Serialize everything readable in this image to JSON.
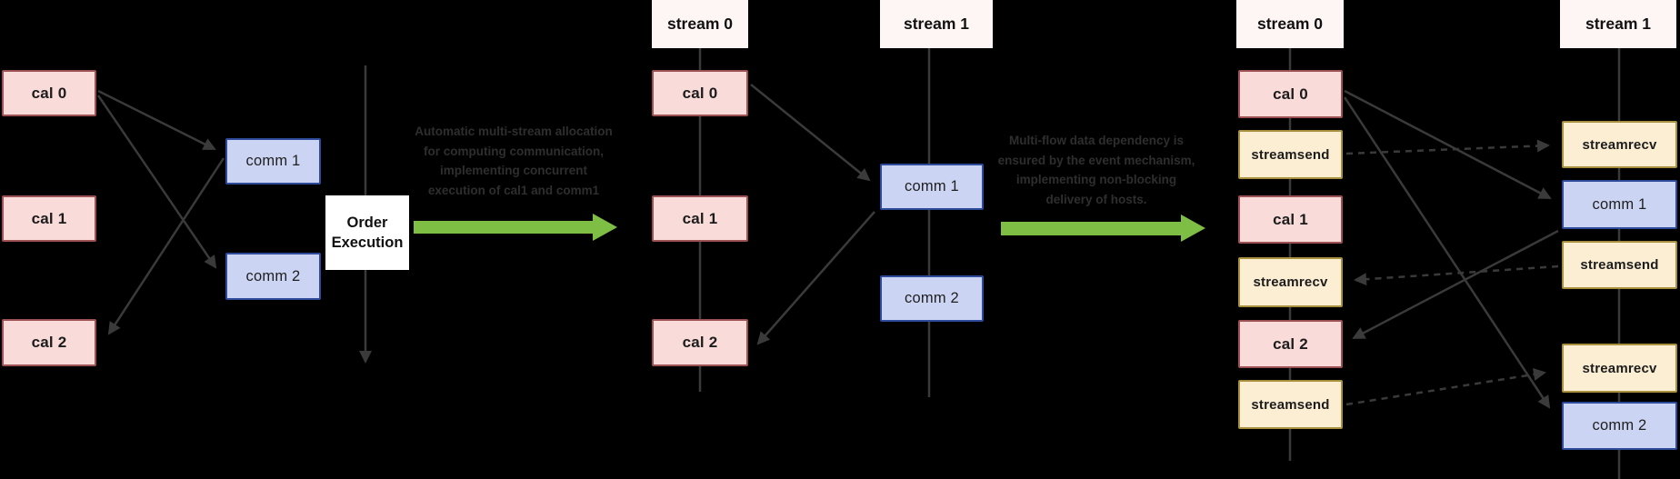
{
  "colors": {
    "background": "#000000",
    "cal_fill": "#F9DBD9",
    "cal_border": "#9E5152",
    "comm_fill": "#CCD4F4",
    "comm_border": "#2E4B9B",
    "streamop_fill": "#FBEED3",
    "streamop_border": "#A8903E",
    "stream_header_fill": "#FDF6F4",
    "order_box_fill": "#FFFFFF",
    "green_arrow": "#7EBE45",
    "annotation_text": "#2E2E2E",
    "arrow_line": "#3A3A3A"
  },
  "stage1": {
    "cal_boxes": [
      "cal 0",
      "cal 1",
      "cal 2"
    ],
    "comm_boxes": [
      "comm 1",
      "comm 2"
    ],
    "order_label": "Order Execution"
  },
  "transition1": {
    "caption": "Automatic multi-stream allocation for computing communication, implementing concurrent execution of cal1 and comm1"
  },
  "stage2": {
    "stream0": {
      "header": "stream 0",
      "boxes": [
        "cal 0",
        "cal 1",
        "cal 2"
      ]
    },
    "stream1": {
      "header": "stream 1",
      "boxes": [
        "comm 1",
        "comm 2"
      ]
    }
  },
  "transition2": {
    "caption": "Multi-flow data dependency is ensured by the event mechanism, implementing non-blocking delivery of hosts."
  },
  "stage3": {
    "stream0": {
      "header": "stream 0",
      "boxes": [
        {
          "label": "cal 0",
          "type": "cal"
        },
        {
          "label": "streamsend",
          "type": "streamop"
        },
        {
          "label": "cal 1",
          "type": "cal"
        },
        {
          "label": "streamrecv",
          "type": "streamop"
        },
        {
          "label": "cal 2",
          "type": "cal"
        },
        {
          "label": "streamsend",
          "type": "streamop"
        }
      ]
    },
    "stream1": {
      "header": "stream 1",
      "boxes": [
        {
          "label": "streamrecv",
          "type": "streamop"
        },
        {
          "label": "comm 1",
          "type": "comm"
        },
        {
          "label": "streamsend",
          "type": "streamop"
        },
        {
          "label": "streamrecv",
          "type": "streamop"
        },
        {
          "label": "comm 2",
          "type": "comm"
        }
      ]
    }
  }
}
